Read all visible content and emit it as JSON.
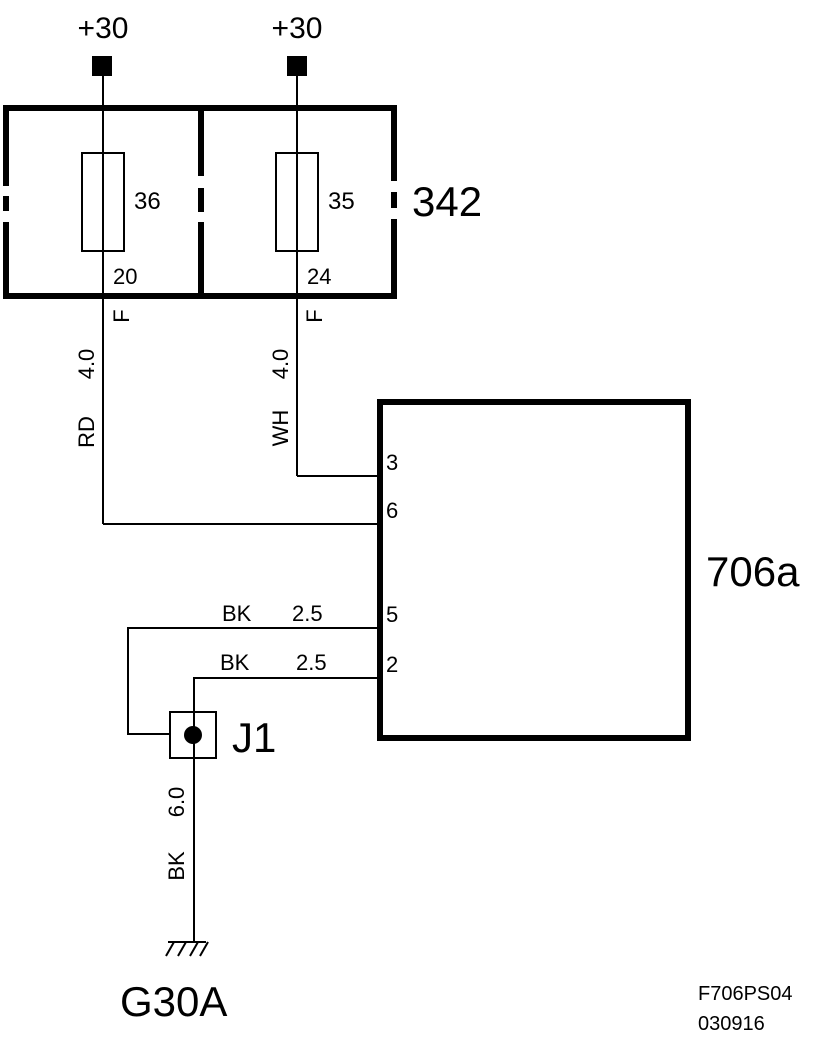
{
  "supplies": [
    {
      "label": "+30"
    },
    {
      "label": "+30"
    }
  ],
  "fuse_box": {
    "id": "342",
    "fuses": [
      {
        "number": "36",
        "pin": "20",
        "connector": "F"
      },
      {
        "number": "35",
        "pin": "24",
        "connector": "F"
      }
    ]
  },
  "control_unit": {
    "id": "706a",
    "pins": [
      "3",
      "6",
      "5",
      "2"
    ]
  },
  "wires": [
    {
      "color": "RD",
      "size": "4.0"
    },
    {
      "color": "WH",
      "size": "4.0"
    },
    {
      "color": "BK",
      "size": "2.5"
    },
    {
      "color": "BK",
      "size": "2.5"
    },
    {
      "color": "BK",
      "size": "6.0"
    }
  ],
  "splice": {
    "id": "J1"
  },
  "ground": {
    "id": "G30A"
  },
  "footer": {
    "code": "F706PS04",
    "date": "030916"
  }
}
